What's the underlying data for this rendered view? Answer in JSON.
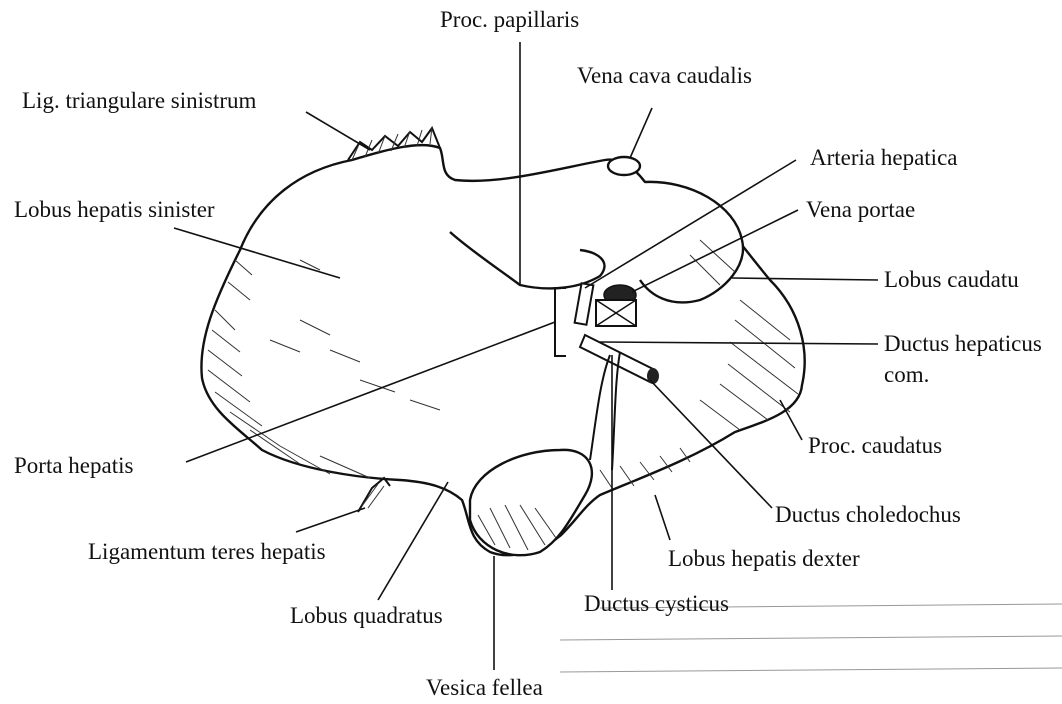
{
  "labels": {
    "proc_papillaris": "Proc. papillaris",
    "vena_cava_caudalis": "Vena cava caudalis",
    "lig_triangulare_sinistrum": "Lig. triangulare sinistrum",
    "arteria_hepatica": "Arteria hepatica",
    "lobus_hepatis_sinister": "Lobus hepatis sinister",
    "vena_portae": "Vena portae",
    "lobus_caudatus": "Lobus caudatu",
    "ductus_hepaticus_line1": "Ductus hepaticus",
    "ductus_hepaticus_line2": "com.",
    "proc_caudatus": "Proc. caudatus",
    "porta_hepatis": "Porta hepatis",
    "ductus_choledochus": "Ductus choledochus",
    "ligamentum_teres_hepatis": "Ligamentum teres hepatis",
    "lobus_hepatis_dexter": "Lobus hepatis dexter",
    "ductus_cysticus": "Ductus cysticus",
    "lobus_quadratus": "Lobus quadratus",
    "vesica_fellea": "Vesica fellea"
  },
  "colors": {
    "ink": "#111111",
    "paper": "#ffffff"
  }
}
